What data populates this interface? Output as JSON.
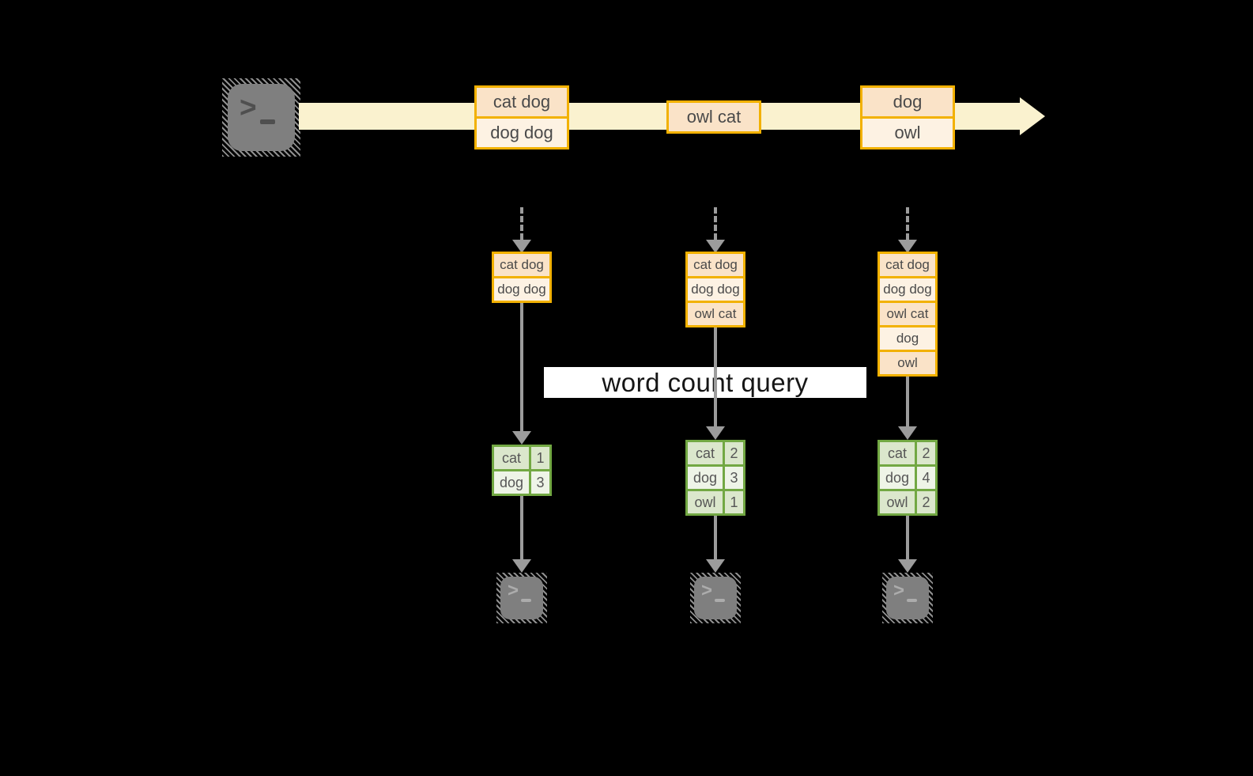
{
  "title": "structured streaming word count diagram",
  "query_label": "word count query",
  "icons": {
    "terminal_prompt": ">"
  },
  "colors": {
    "background": "#000000",
    "stream_band": "#faf2cf",
    "record_border": "#f2b100",
    "record_fill_dark": "#fae3c8",
    "record_fill_light": "#fdf2e3",
    "table_border": "#72a843",
    "table_fill_dark": "#dbe7cc",
    "table_fill_light": "#eef4e7",
    "arrow_gray": "#9c9c9c",
    "terminal_gray": "#7f7f7f"
  },
  "stream": {
    "batches": [
      {
        "records": [
          "cat dog",
          "dog dog"
        ]
      },
      {
        "records": [
          "owl cat"
        ]
      },
      {
        "records": [
          "dog",
          "owl"
        ]
      }
    ]
  },
  "micro_batches": [
    {
      "input_records": [
        "cat dog",
        "dog dog"
      ],
      "word_counts": [
        {
          "word": "cat",
          "count": "1"
        },
        {
          "word": "dog",
          "count": "3"
        }
      ]
    },
    {
      "input_records": [
        "cat dog",
        "dog dog",
        "owl cat"
      ],
      "word_counts": [
        {
          "word": "cat",
          "count": "2"
        },
        {
          "word": "dog",
          "count": "3"
        },
        {
          "word": "owl",
          "count": "1"
        }
      ]
    },
    {
      "input_records": [
        "cat dog",
        "dog dog",
        "owl cat",
        "dog",
        "owl"
      ],
      "word_counts": [
        {
          "word": "cat",
          "count": "2"
        },
        {
          "word": "dog",
          "count": "4"
        },
        {
          "word": "owl",
          "count": "2"
        }
      ]
    }
  ]
}
